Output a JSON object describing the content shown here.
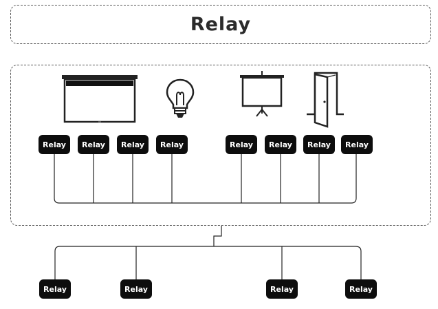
{
  "title": "Relay",
  "group_relays": [
    {
      "label": "Relay",
      "icon": "projector-screen-icon"
    },
    {
      "label": "Relay",
      "icon": "projector-screen-icon"
    },
    {
      "label": "Relay",
      "icon": "projector-screen-icon"
    },
    {
      "label": "Relay",
      "icon": "light-bulb-icon"
    },
    {
      "label": "Relay",
      "icon": "presentation-screen-icon"
    },
    {
      "label": "Relay",
      "icon": "presentation-screen-icon"
    },
    {
      "label": "Relay",
      "icon": "door-icon"
    },
    {
      "label": "Relay",
      "icon": "door-icon"
    }
  ],
  "outer_relays": [
    {
      "label": "Relay"
    },
    {
      "label": "Relay"
    },
    {
      "label": "Relay"
    },
    {
      "label": "Relay"
    }
  ]
}
